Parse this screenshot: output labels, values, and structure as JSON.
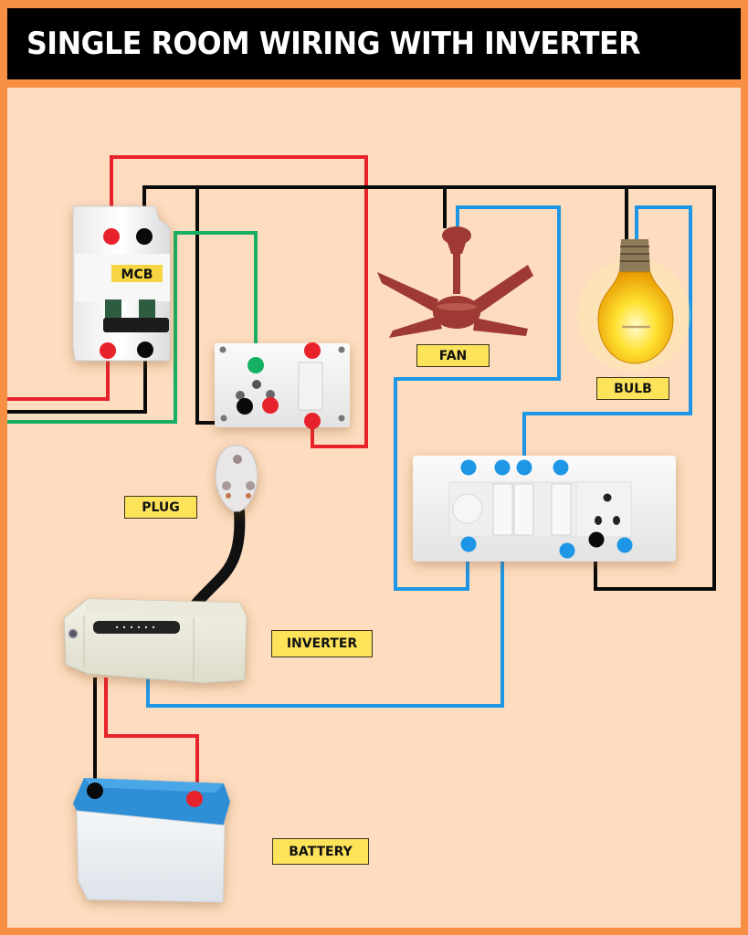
{
  "header": {
    "title": "SINGLE ROOM WIRING WITH INVERTER"
  },
  "components": {
    "mcb": {
      "label": "MCB"
    },
    "fan": {
      "label": "FAN"
    },
    "bulb": {
      "label": "BULB"
    },
    "plug": {
      "label": "PLUG"
    },
    "inverter": {
      "label": "INVERTER"
    },
    "battery": {
      "label": "BATTERY"
    }
  },
  "colors": {
    "frame": "#f78f45",
    "background": "#fddcc0",
    "phase_wire": "#e8222b",
    "neutral_wire": "#0a0a0a",
    "earth_wire": "#16b064",
    "inverter_output_wire": "#1e96e6",
    "label_fill": "#fde35a"
  }
}
